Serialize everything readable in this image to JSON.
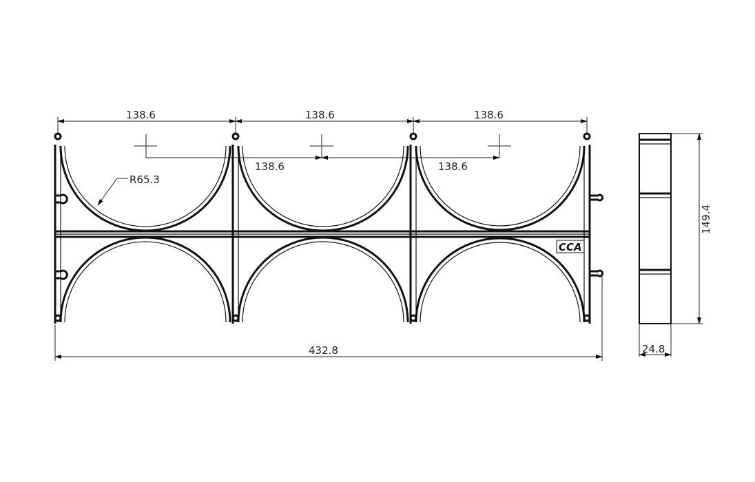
{
  "drawing": {
    "top_spacing_dims": [
      "138.6",
      "138.6",
      "138.6"
    ],
    "center_spacing_dims": [
      "138.6",
      "138.6"
    ],
    "radius_label": "R65.3",
    "overall_length": "432.8",
    "side_height": "149.4",
    "side_width": "24.8",
    "logo_text": "CCA"
  },
  "colors": {
    "line": "#111111",
    "background": "#ffffff"
  }
}
